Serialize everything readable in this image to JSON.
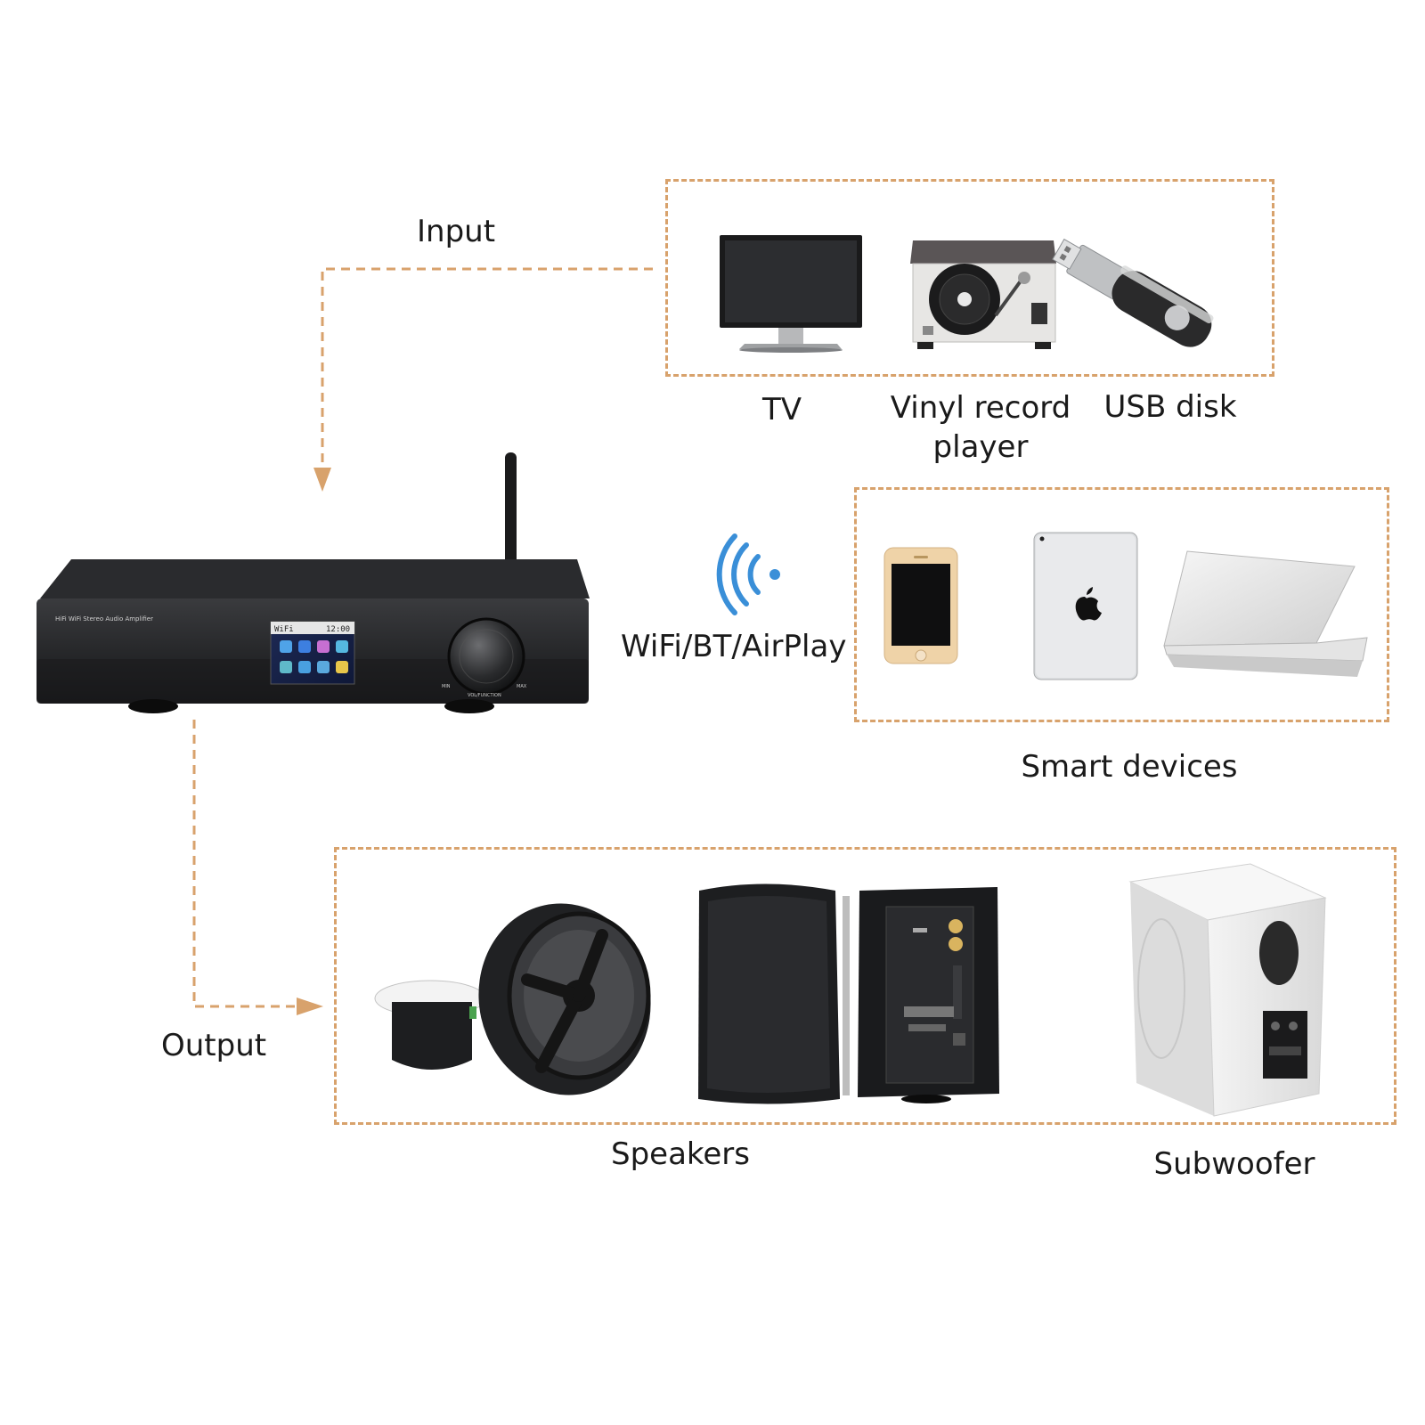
{
  "labels": {
    "input": "Input",
    "output": "Output",
    "wireless": "WiFi/BT/AirPlay",
    "smart_devices": "Smart devices",
    "speakers": "Speakers",
    "subwoofer": "Subwoofer"
  },
  "sources": [
    {
      "name": "TV",
      "icon": "tv-monitor-icon"
    },
    {
      "name": "Vinyl record player",
      "icon": "turntable-icon"
    },
    {
      "name": "USB disk",
      "icon": "usb-drive-icon"
    }
  ],
  "smart_devices": [
    {
      "icon": "smartphone-icon"
    },
    {
      "icon": "tablet-icon"
    },
    {
      "icon": "laptop-icon"
    }
  ],
  "amplifier": {
    "model_text": "HiFi WiFi Stereo Audio Amplifier",
    "screen_mode": "WiFi",
    "screen_time": "12:00",
    "knob_min": "MIN",
    "knob_max": "MAX",
    "knob_label": "VOL/FUNCTION"
  },
  "colors": {
    "connector": "#d8a26c",
    "wireless": "#3a8fd8",
    "device_dark": "#1d1e20"
  }
}
